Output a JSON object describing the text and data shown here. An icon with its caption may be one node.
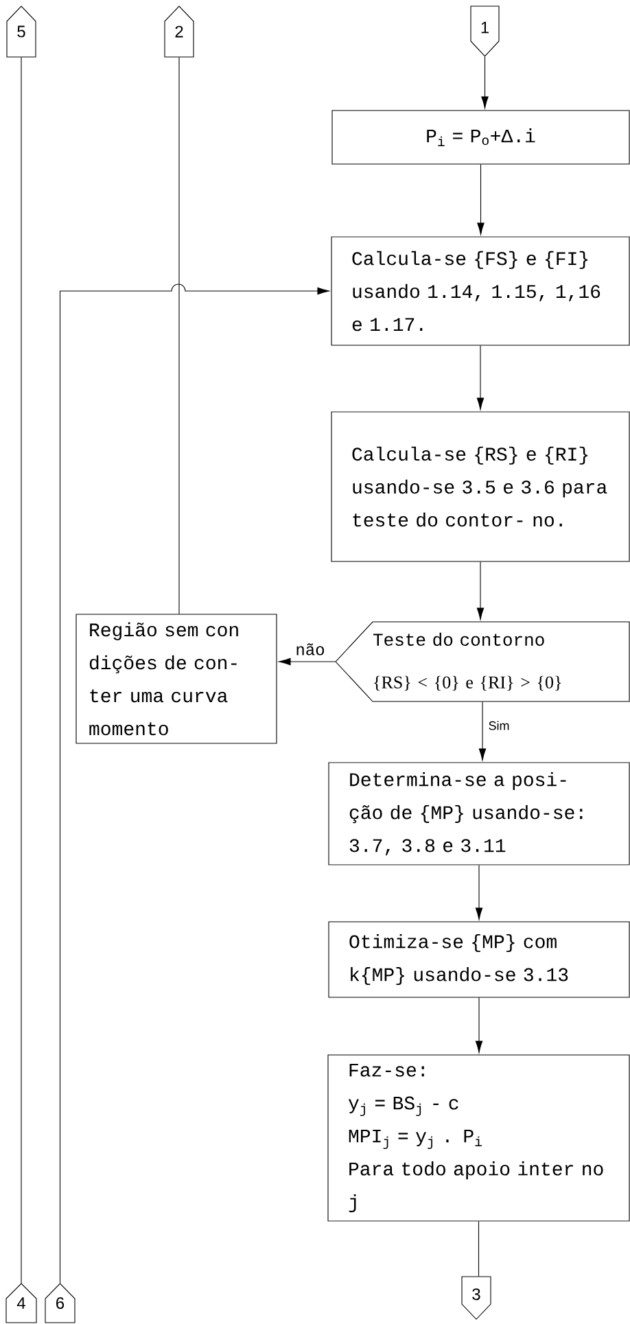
{
  "diagram": {
    "nodes": [
      {
        "text": [
          "5"
        ]
      },
      {
        "text": [
          "2"
        ]
      },
      {
        "text": [
          "1"
        ]
      },
      {
        "text": [
          "P$_{i}$ = P$_{o}$+Δ.i"
        ]
      },
      {
        "text": [
          "Calcula-se {FS} e {FI} usando 1.14, 1.15, 1,16 e 1.17."
        ]
      },
      {
        "text": [
          "Calcula-se {RS} e {RI} usando-se 3.5 e 3.6 para teste do contor- no."
        ]
      },
      {
        "text": [
          "Teste do contorno",
          "{RS} < {0} e {RI} > {0}"
        ]
      },
      {
        "text": [
          "Região sem con dições de con- ter uma curva momento"
        ]
      },
      {
        "text": [
          "Determina-se a posi- ção de {MP} usando-se: 3.7, 3.8 e 3.11"
        ]
      },
      {
        "text": [
          "Otimiza-se {MP} com k{MP} usando-se 3.13"
        ]
      },
      {
        "text": [
          "Faz-se:",
          "y$_{j}$ = BS$_{j}$ - c",
          "MPI$_{j}$ = y$_{j}$ . P$_{i}$",
          "Para todo apoio inter no j"
        ]
      },
      {
        "text": [
          "4"
        ]
      },
      {
        "text": [
          "6"
        ]
      },
      {
        "text": [
          "3"
        ]
      }
    ],
    "edges": [
      {
        "from": 2,
        "to": 3,
        "arrow": "to"
      },
      {
        "from": 3,
        "to": 4,
        "arrow": "to"
      },
      {
        "from": 4,
        "to": 5,
        "arrow": "to"
      },
      {
        "from": 5,
        "to": 6,
        "arrow": "to"
      },
      {
        "from": 6,
        "to": 7,
        "arrow": "to",
        "label": "não"
      },
      {
        "from": 7,
        "to": 1,
        "arrow": "none"
      },
      {
        "from": 6,
        "to": 8,
        "arrow": "to",
        "label": "Sim"
      },
      {
        "from": 8,
        "to": 9,
        "arrow": "to"
      },
      {
        "from": 9,
        "to": 10,
        "arrow": "to"
      },
      {
        "from": 10,
        "to": 13,
        "arrow": "none"
      },
      {
        "from": 0,
        "to": 11,
        "arrow": "none"
      },
      {
        "from": 12,
        "to": 4,
        "arrow": "to"
      }
    ]
  }
}
